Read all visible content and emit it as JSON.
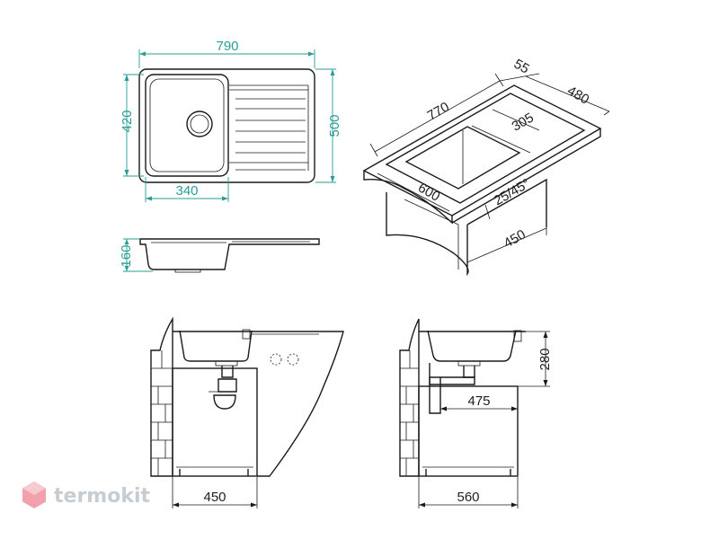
{
  "top_view": {
    "overall_length": "790",
    "overall_width": "500",
    "bowl_width": "420",
    "bowl_length": "340"
  },
  "side_view": {
    "depth": "160"
  },
  "iso_view": {
    "length": "770",
    "back_offset": "55",
    "width": "480",
    "bowl_inner": "305",
    "front_length": "600",
    "corner_spec": "25/45°",
    "depth_side": "450"
  },
  "front_install": {
    "cabinet_width": "450"
  },
  "side_install": {
    "height": "280",
    "drain_offset": "475",
    "cabinet_depth": "560"
  },
  "watermark": {
    "text": "termokit"
  },
  "colors": {
    "dimension_teal": "#2a9d96",
    "outline": "#1a1a1a",
    "logo_red": "#e8556a"
  }
}
